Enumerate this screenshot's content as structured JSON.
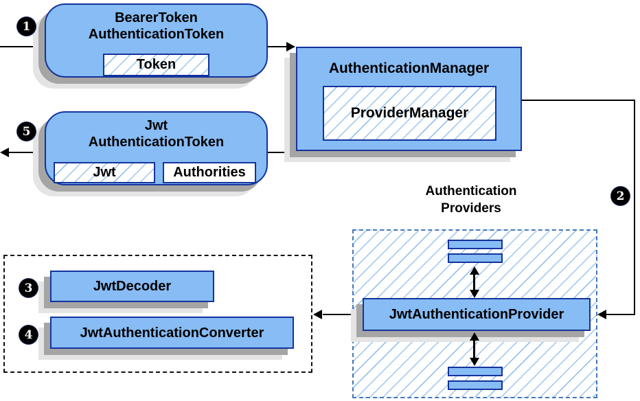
{
  "colors": {
    "node_fill": "#87BCF4",
    "node_border": "#13339C",
    "hatch_line": "#9AC4EE",
    "providers_group_border": "#4376BA",
    "detail_group_border": "#111111",
    "connector": "#000000",
    "shadow_dark": "#A5A5A5",
    "shadow_light": "#E4E4E4"
  },
  "nodes": {
    "bearer_token": {
      "title_line1": "BearerToken",
      "title_line2": "AuthenticationToken",
      "token_chip": "Token"
    },
    "authentication_manager": {
      "title": "AuthenticationManager",
      "provider_manager_chip": "ProviderManager"
    },
    "jwt_authentication_token": {
      "title_line1": "Jwt",
      "title_line2": "AuthenticationToken",
      "jwt_chip": "Jwt",
      "authorities_chip": "Authorities"
    },
    "jwt_authentication_provider": {
      "title": "JwtAuthenticationProvider"
    },
    "jwt_decoder": {
      "title": "JwtDecoder"
    },
    "jwt_authentication_converter": {
      "title": "JwtAuthenticationConverter"
    }
  },
  "labels": {
    "providers_group_line1": "Authentication",
    "providers_group_line2": "Providers"
  },
  "step_markers": {
    "step1": "1",
    "step2": "2",
    "step3": "3",
    "step4": "4",
    "step5": "5"
  }
}
